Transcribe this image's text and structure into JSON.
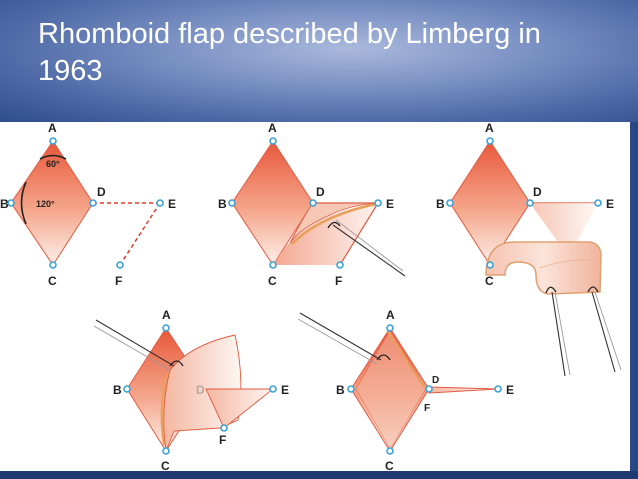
{
  "slide": {
    "title": "Rhomboid flap described by Limberg in 1963"
  },
  "diagram": {
    "points": {
      "A": "A",
      "B": "B",
      "C": "C",
      "D": "D",
      "E": "E",
      "F": "F"
    },
    "angles": {
      "top": "60°",
      "side": "120°"
    }
  },
  "colors": {
    "flap_dark": "#e8573a",
    "flap_light": "#fbe3d8",
    "dashed_line": "#e03a2a",
    "point_marker": "#3aa3d6"
  }
}
